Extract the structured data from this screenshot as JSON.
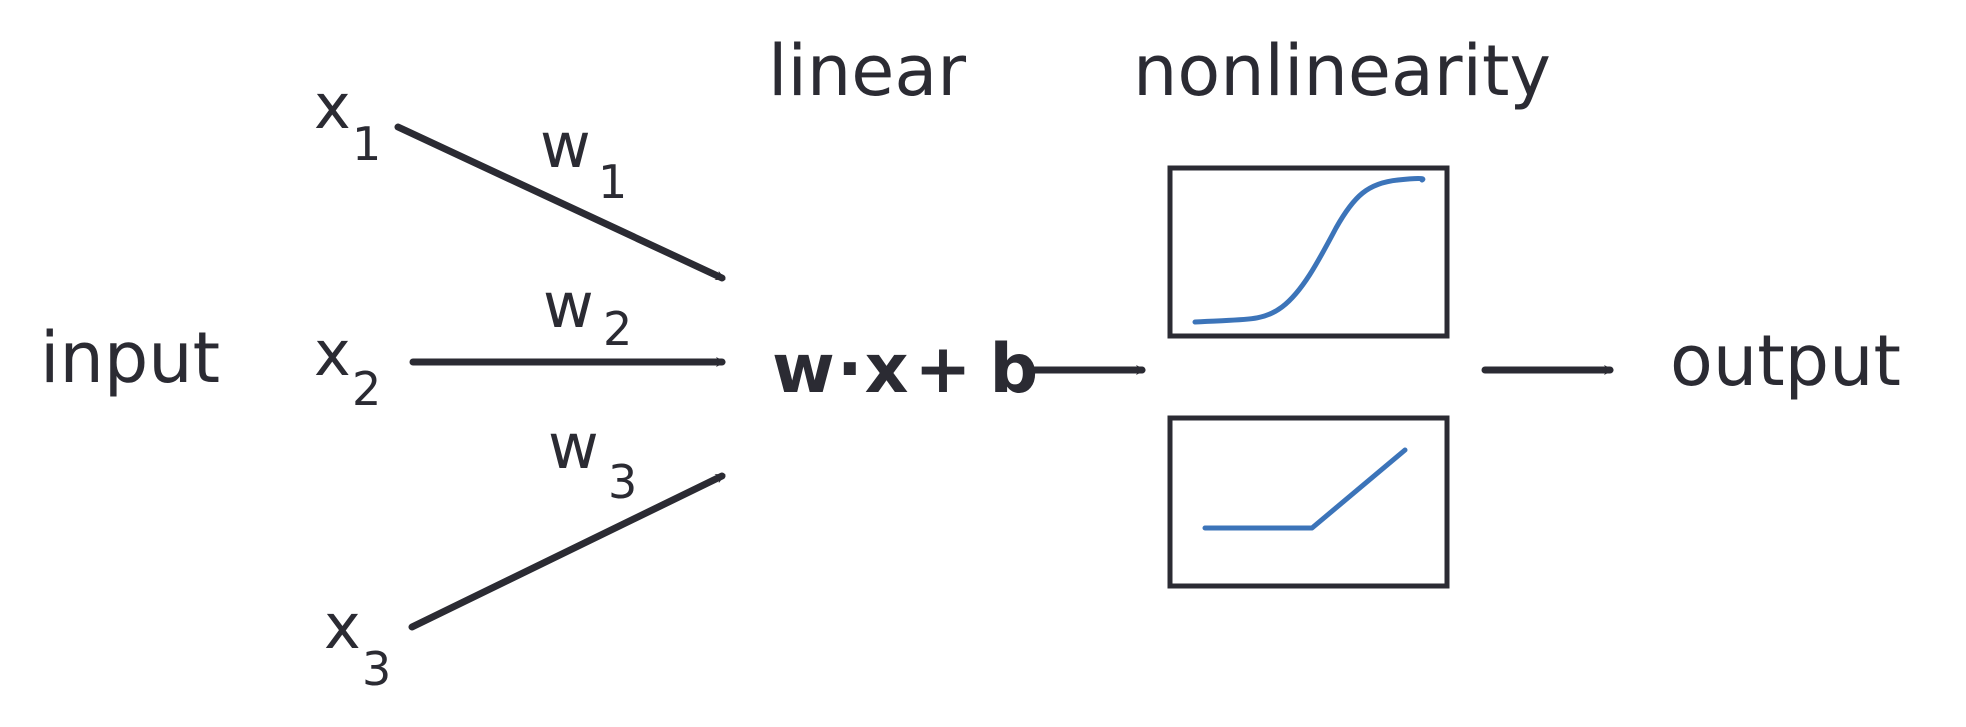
{
  "labels": {
    "input": "input",
    "linear": "linear",
    "nonlinearity": "nonlinearity",
    "output": "output"
  },
  "inputs": [
    {
      "var": "x",
      "sub": "1"
    },
    {
      "var": "x",
      "sub": "2"
    },
    {
      "var": "x",
      "sub": "3"
    }
  ],
  "weights": [
    {
      "var": "w",
      "sub": "1"
    },
    {
      "var": "w",
      "sub": "2"
    },
    {
      "var": "w",
      "sub": "3"
    }
  ],
  "formula": {
    "w": "w",
    "dot": "·",
    "x": "x",
    "plus": "+",
    "b": "b"
  },
  "nonlinearities": [
    "sigmoid",
    "relu"
  ],
  "colors": {
    "ink": "#2b2b33",
    "curve": "#3c74b9"
  }
}
